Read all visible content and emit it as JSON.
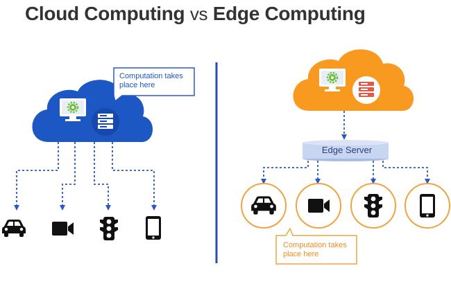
{
  "title": {
    "part1": "Cloud Computing",
    "vs": "vs",
    "part2": "Edge Computing"
  },
  "cloud_side": {
    "callout": "Computation takes place here",
    "devices": [
      "car-icon",
      "video-camera-icon",
      "traffic-light-icon",
      "smartphone-icon"
    ]
  },
  "edge_side": {
    "server_label": "Edge Server",
    "callout": "Computation takes place here",
    "devices": [
      "car-icon",
      "video-camera-icon",
      "traffic-light-icon",
      "smartphone-icon"
    ]
  },
  "colors": {
    "cloud_blue": "#1d57c4",
    "edge_orange": "#f89a20",
    "line_blue": "#2a58c9",
    "server_bar": "#c9d6f2",
    "divider": "#2a4fa8",
    "gear_green": "#6cbf3f",
    "server_red": "#e05a4a"
  }
}
